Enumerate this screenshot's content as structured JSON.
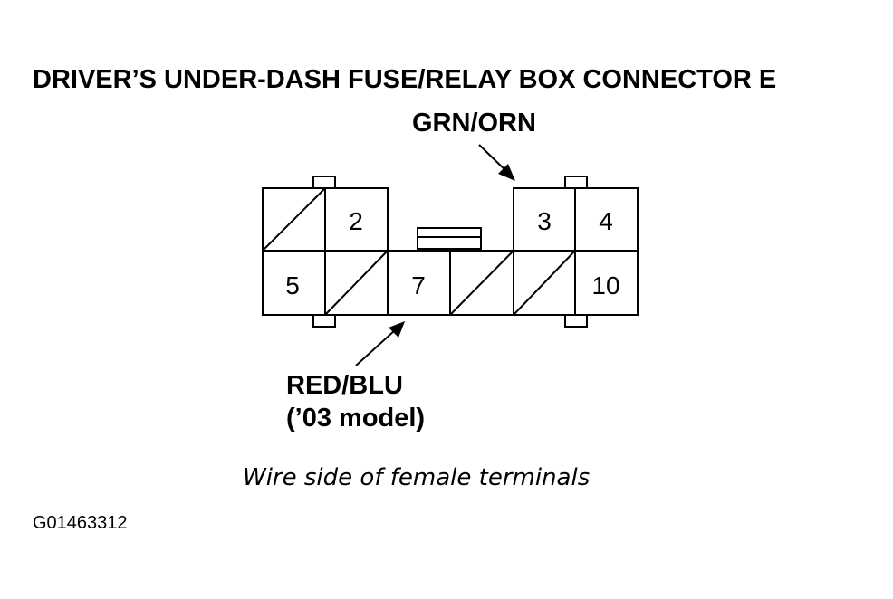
{
  "title": "DRIVER’S UNDER-DASH FUSE/RELAY BOX CONNECTOR E",
  "wires": {
    "top": {
      "label": "GRN/ORN"
    },
    "bottom": {
      "label": "RED/BLU",
      "note": "(’03 model)"
    }
  },
  "connector": {
    "pins": {
      "p2": "2",
      "p3": "3",
      "p4": "4",
      "p5": "5",
      "p7": "7",
      "p10": "10"
    }
  },
  "caption": "Wire side of female terminals",
  "figure_id": "G01463312"
}
